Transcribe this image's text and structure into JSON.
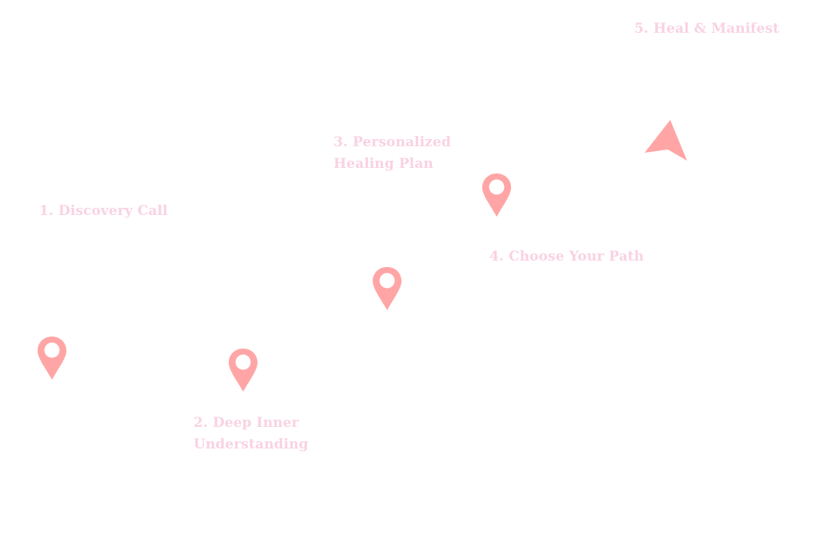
{
  "theme": {
    "label_color": "#f9d2e3",
    "marker_color": "#ffa5a5",
    "marker_hole_color": "#ffffff",
    "background": "#ffffff"
  },
  "steps": [
    {
      "lines": [
        "1. Discovery Call"
      ],
      "icon": "map-pin-icon"
    },
    {
      "lines": [
        "2. Deep Inner",
        "Understanding"
      ],
      "icon": "map-pin-icon"
    },
    {
      "lines": [
        "3. Personalized",
        "Healing Plan"
      ],
      "icon": "map-pin-icon"
    },
    {
      "lines": [
        "4. Choose Your Path"
      ],
      "icon": "map-pin-icon"
    },
    {
      "lines": [
        "5. Heal & Manifest"
      ],
      "icon": "navigation-arrow-icon"
    }
  ]
}
